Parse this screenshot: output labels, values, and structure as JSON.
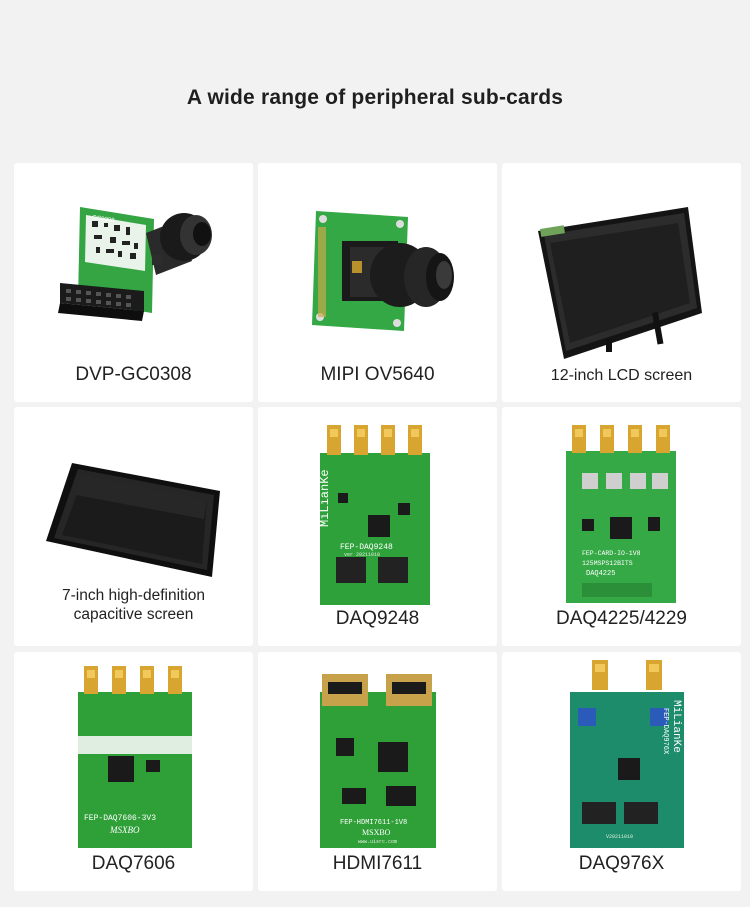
{
  "heading": "A wide range of peripheral sub-cards",
  "cards": [
    {
      "caption": "DVP-GC0308",
      "pcb_text": "GC0308"
    },
    {
      "caption": "MIPI OV5640"
    },
    {
      "caption": "12-inch LCD screen"
    },
    {
      "caption_line1": "7-inch high-definition",
      "caption_line2": "capacitive screen"
    },
    {
      "caption": "DAQ9248",
      "brand": "MiLianKe",
      "pcb_text": "FEP-DAQ9248",
      "pcb_version": "ver 20211010"
    },
    {
      "caption": "DAQ4225/4229",
      "pcb_text": "FEP-CARD-IO-1V8",
      "pcb_text2": "125MSPS12BITS",
      "pcb_text3": "DAQ4225"
    },
    {
      "caption": "DAQ7606",
      "pcb_text": "FEP-DAQ7606-3V3",
      "pcb_text2": "MSXBO"
    },
    {
      "caption": "HDMI7611",
      "pcb_text": "FEP-HDMI7611-1V8",
      "pcb_text2": "MSXBO",
      "pcb_text3": "www.uisrc.com"
    },
    {
      "caption": "DAQ976X",
      "brand": "MiLianKe",
      "pcb_text": "FEP-DAQ976X",
      "pcb_version": "V20211010"
    }
  ],
  "colors": {
    "background": "#f2f2f2",
    "card": "#ffffff",
    "pcb_green": "#2fa13a",
    "pcb_teal": "#1d8c6b",
    "gold": "#d8a630"
  }
}
